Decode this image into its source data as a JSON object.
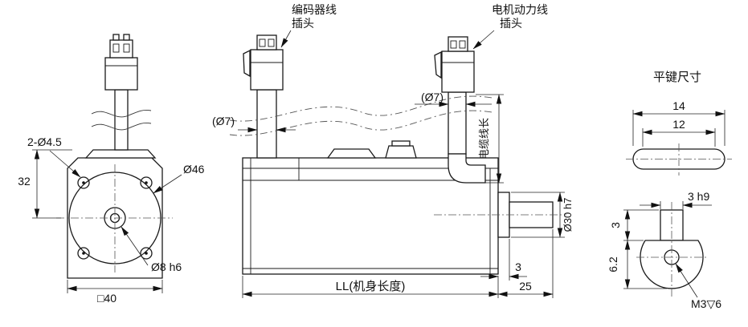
{
  "front": {
    "mount_holes": "2-Ø4.5",
    "height_32": "32",
    "bolt_circle": "Ø46",
    "shaft": "Ø8 h6",
    "square": "□40"
  },
  "side": {
    "encoder_plug_1": "编码器线",
    "encoder_plug_2": "插头",
    "power_plug_1": "电机动力线",
    "power_plug_2": "插头",
    "cable_dia_encoder": "(Ø7)",
    "cable_dia_power": "(Ø7)",
    "cable_length_label": "电缆线长",
    "spigot": "Ø30 h7",
    "step": "3",
    "body_length": "LL(机身长度)",
    "shaft_length": "25"
  },
  "key": {
    "title": "平键尺寸",
    "len_outer": "14",
    "len_inner": "12",
    "width": "3 h9",
    "height": "3",
    "flat_dim": "6.2",
    "tap": "M3▽6"
  },
  "colors": {
    "line": "#1a1a1a",
    "background": "#ffffff"
  }
}
